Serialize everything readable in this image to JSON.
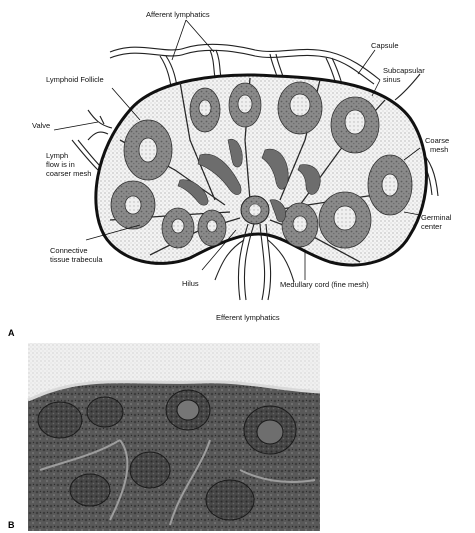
{
  "figure": {
    "labels": {
      "afferent": "Afferent lymphatics",
      "capsule": "Capsule",
      "subcapsular_1": "Subcapsular",
      "subcapsular_2": "sinus",
      "lymphoid_follicle": "Lymphoid Follicle",
      "valve": "Valve",
      "lymph_flow_1": "Lymph",
      "lymph_flow_2": "flow is in",
      "lymph_flow_3": "coarser mesh",
      "coarse_1": "Coarse",
      "coarse_2": "mesh",
      "germinal_1": "Germinal",
      "germinal_2": "center",
      "connective_1": "Connective",
      "connective_2": "tissue trabecula",
      "hilus": "Hilus",
      "medullary": "Medullary cord (fine mesh)",
      "efferent": "Efferent lymphatics"
    },
    "panel_a": "A",
    "panel_b": "B"
  },
  "colors": {
    "follicle": "#8f8f8f",
    "germinal": "#ededed",
    "micrograph_bg": "#5a5a5a",
    "micrograph_capsule": "#e8e8e8"
  }
}
